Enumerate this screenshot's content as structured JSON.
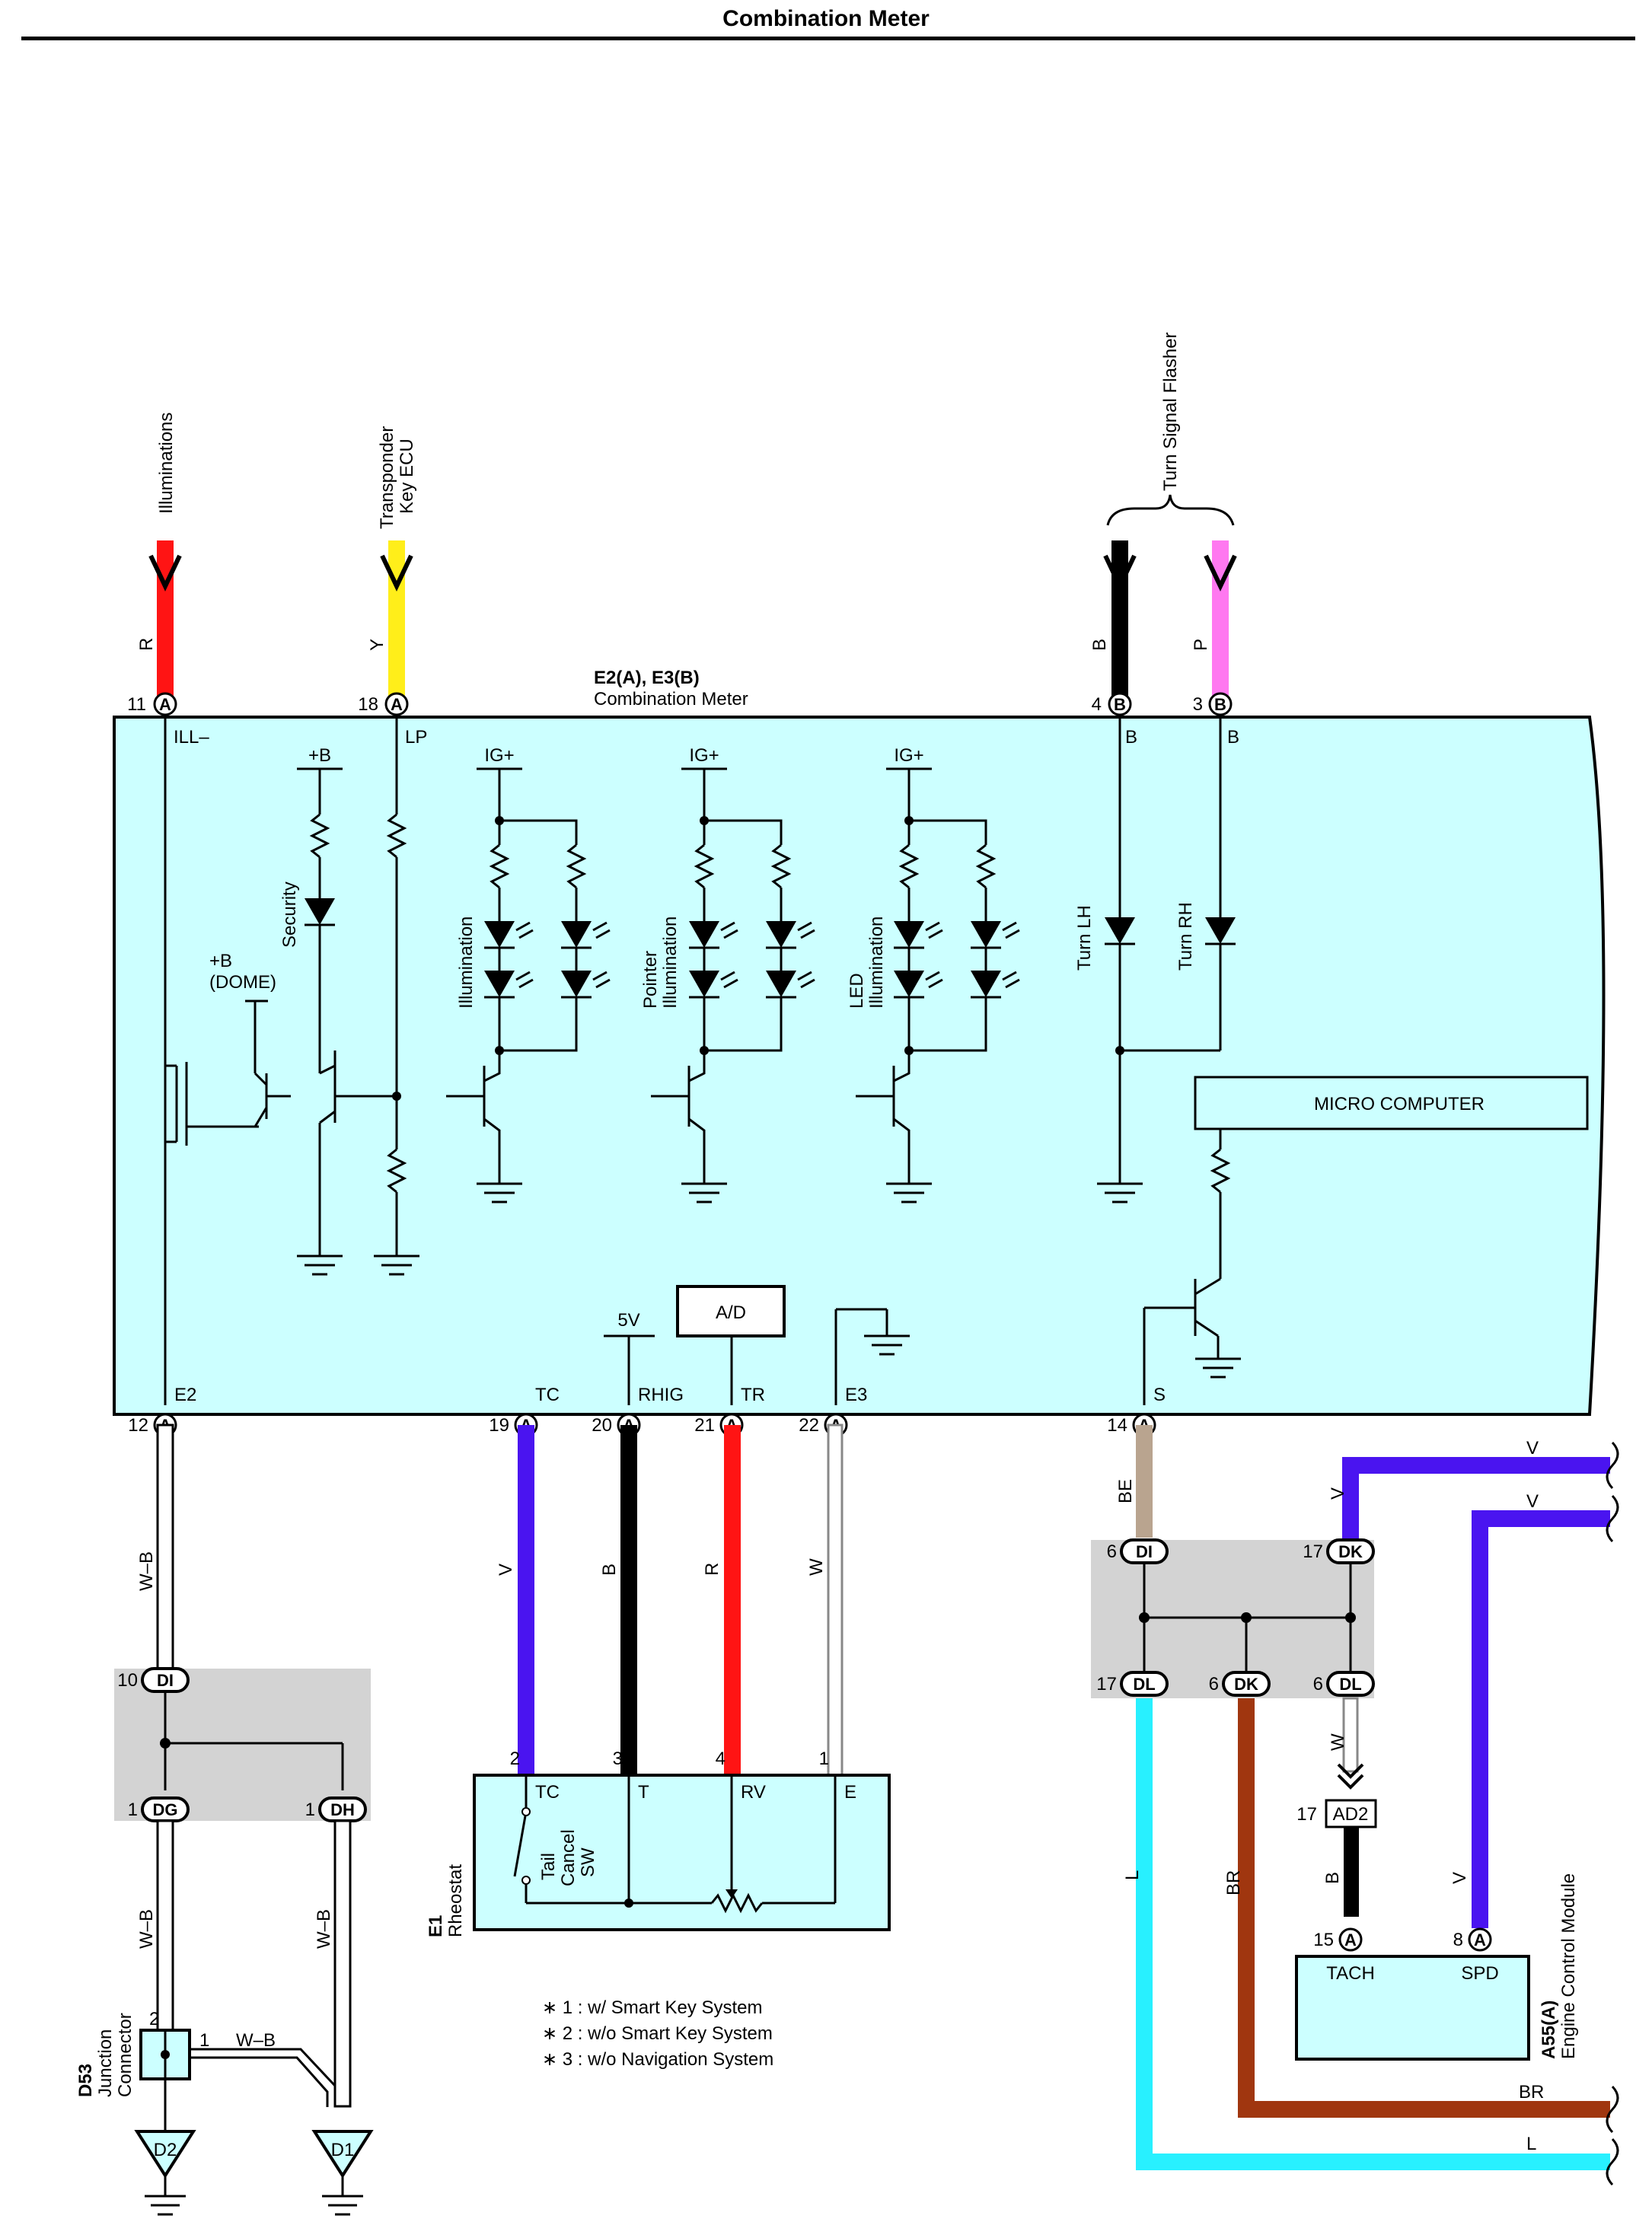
{
  "title": "Combination Meter",
  "meter": {
    "name": "E2(A), E3(B)",
    "desc": "Combination Meter",
    "pins_top": [
      {
        "pin": "11",
        "conn": "A",
        "term": "ILL–",
        "wire": "R",
        "dest": "Illuminations",
        "color": "#ff1414"
      },
      {
        "pin": "18",
        "conn": "A",
        "term": "LP",
        "wire": "Y",
        "dest_lines": [
          "Transponder",
          "Key ECU"
        ],
        "color": "#ffee1a"
      },
      {
        "pin": "4",
        "conn": "B",
        "term": "B",
        "wire": "B",
        "color": "#000000"
      },
      {
        "pin": "3",
        "conn": "B",
        "term": "B",
        "wire": "P",
        "color": "#ff78f0"
      }
    ],
    "flasher_label": "Turn Signal Flasher",
    "pins_bottom": [
      {
        "pin": "12",
        "conn": "A",
        "term": "E2",
        "wire": "W–B"
      },
      {
        "pin": "19",
        "conn": "A",
        "term": "TC",
        "wire": "V",
        "color": "#4a14f0"
      },
      {
        "pin": "20",
        "conn": "A",
        "term": "RHIG",
        "wire": "B",
        "color": "#000000"
      },
      {
        "pin": "21",
        "conn": "A",
        "term": "TR",
        "wire": "R",
        "color": "#ff1414"
      },
      {
        "pin": "22",
        "conn": "A",
        "term": "E3",
        "wire": "W"
      },
      {
        "pin": "14",
        "conn": "A",
        "term": "S",
        "wire": "BE",
        "color": "#b9a48f"
      }
    ],
    "internal": {
      "supply_b": "+B",
      "supply_dome": [
        "+B",
        "(DOME)"
      ],
      "ig": "IG+",
      "security": "Security",
      "illumination": "Illumination",
      "pointer": [
        "Pointer",
        "Illumination"
      ],
      "led": [
        "LED",
        "Illumination"
      ],
      "turn_lh": "Turn LH",
      "turn_rh": "Turn RH",
      "micro": "MICRO COMPUTER",
      "adc": "A/D",
      "v5": "5V"
    }
  },
  "junction_left": {
    "in": {
      "pin": "10",
      "id": "DI"
    },
    "out": [
      {
        "pin": "1",
        "id": "DG",
        "wire": "W–B"
      },
      {
        "pin": "1",
        "id": "DH",
        "wire": "W–B"
      }
    ]
  },
  "d53": {
    "name": "D53",
    "desc": [
      "Junction",
      "Connector"
    ],
    "pin2": "2",
    "pin1": "1",
    "wire": "W–B"
  },
  "grounds": [
    "D2",
    "D1"
  ],
  "rheostat": {
    "name": "E1",
    "desc": "Rheostat",
    "terms": [
      {
        "pin": "2",
        "t": "TC"
      },
      {
        "pin": "3",
        "t": "T"
      },
      {
        "pin": "4",
        "t": "RV"
      },
      {
        "pin": "1",
        "t": "E"
      }
    ],
    "switch": [
      "Tail",
      "Cancel",
      "SW"
    ]
  },
  "notes": [
    "∗ 1 : w/ Smart Key System",
    "∗ 2 : w/o Smart Key System",
    "∗ 3 : w/o Navigation System"
  ],
  "junction_right": {
    "in": [
      {
        "pin": "6",
        "id": "DI"
      },
      {
        "pin": "17",
        "id": "DK"
      }
    ],
    "out": [
      {
        "pin": "17",
        "id": "DL",
        "wire": "L",
        "color": "#28f0ff"
      },
      {
        "pin": "6",
        "id": "DK",
        "wire": "BR",
        "color": "#a0360f"
      },
      {
        "pin": "6",
        "id": "DL",
        "wire": "W"
      }
    ],
    "in_wire_v": "V"
  },
  "ad2": {
    "pin": "17",
    "id": "AD2",
    "wire": "B"
  },
  "ecm": {
    "name": "A55(A)",
    "desc": "Engine Control Module",
    "pins": [
      {
        "pin": "15",
        "conn": "A",
        "t": "TACH"
      },
      {
        "pin": "8",
        "conn": "A",
        "t": "SPD",
        "wire": "V"
      }
    ]
  },
  "right_edge_wires": [
    "V",
    "V",
    "BR",
    "L"
  ],
  "colors": {
    "body": "#ccffff",
    "junction": "#d3d3d3",
    "violet": "#4a14f0",
    "red": "#ff1414",
    "yellow": "#ffee1a",
    "pink": "#ff78f0",
    "beige": "#b9a48f",
    "cyan": "#28f0ff",
    "brown": "#a0360f"
  }
}
